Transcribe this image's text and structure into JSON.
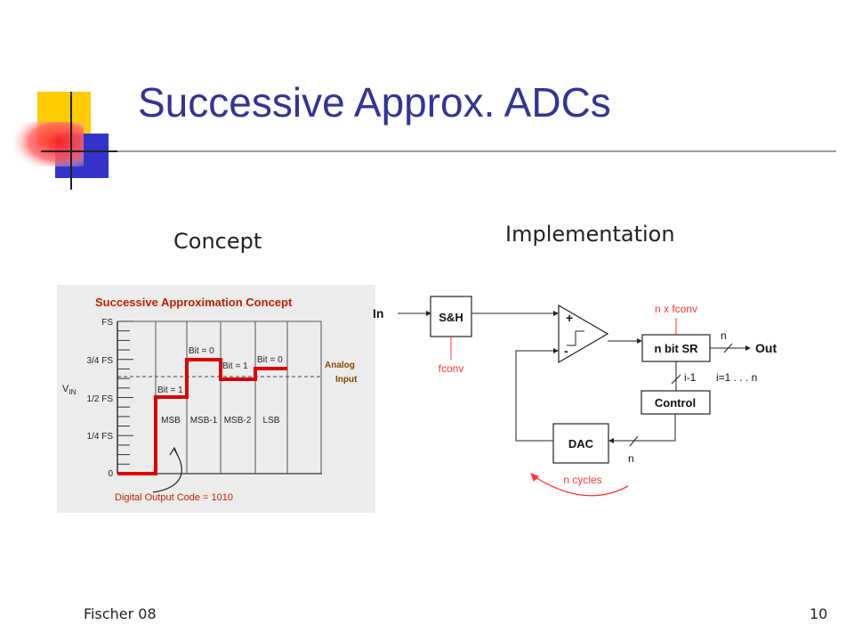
{
  "slide": {
    "title": "Successive Approx. ADCs",
    "footer_left": "Fischer 08",
    "page_number": "10"
  },
  "concept": {
    "heading": "Concept",
    "chart_title": "Successive Approximation Concept",
    "y_labels": [
      "FS",
      "3/4 FS",
      "1/2 FS",
      "1/4 FS",
      "0"
    ],
    "vin_main": "V",
    "vin_sub": "IN",
    "analog_line1": "Analog",
    "analog_line2": "Input",
    "bits": [
      {
        "label": "Bit = 1",
        "stage": "MSB"
      },
      {
        "label": "Bit = 0",
        "stage": "MSB-1"
      },
      {
        "label": "Bit = 1",
        "stage": "MSB-2"
      },
      {
        "label": "Bit = 0",
        "stage": "LSB"
      }
    ],
    "output_code": "Digital Output Code = 1010"
  },
  "implementation": {
    "heading": "Implementation",
    "in_label": "In",
    "sh_label": "S&H",
    "fconv_label": "fconv",
    "plus_label": "+",
    "minus_label": "-",
    "sr_label": "n bit SR",
    "clock_label": "n x fconv",
    "out_label": "Out",
    "out_n_label": "n",
    "i1_label": "i-1",
    "irange_label": "i=1 . . . n",
    "control_label": "Control",
    "dac_label": "DAC",
    "dac_n_label": "n",
    "cycles_label": "n cycles"
  },
  "colors": {
    "title": "#333399",
    "accent_red": "#ff2222",
    "deco_yellow": "#ffcc00",
    "deco_blue": "#3333cc",
    "step_red": "#dd0000",
    "concept_title": "#bb2200",
    "analog_brown": "#884400"
  }
}
